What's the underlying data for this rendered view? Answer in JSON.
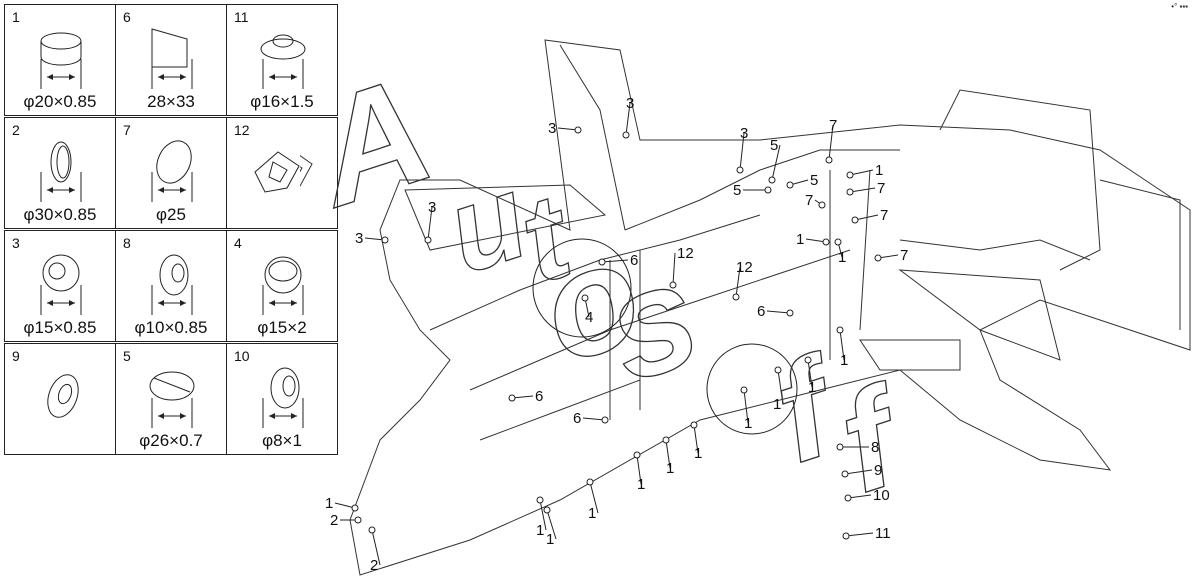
{
  "legend": [
    {
      "num": "1",
      "dim": "φ20×0.85"
    },
    {
      "num": "6",
      "dim": "28×33"
    },
    {
      "num": "11",
      "dim": "φ16×1.5"
    },
    {
      "num": "2",
      "dim": "φ30×0.85"
    },
    {
      "num": "7",
      "dim": "φ25"
    },
    {
      "num": "12",
      "dim": ""
    },
    {
      "num": "3",
      "dim": "φ15×0.85"
    },
    {
      "num": "8",
      "dim": "φ10×0.85"
    },
    {
      "num": "4",
      "dim": "φ15×2"
    },
    {
      "num": "9",
      "dim": ""
    },
    {
      "num": "5",
      "dim": "φ26×0.7"
    },
    {
      "num": "10",
      "dim": "φ8×1"
    }
  ],
  "watermark": {
    "a": "A",
    "u": "u",
    "t": "t",
    "o": "o",
    "s": "s",
    "f1": "f",
    "f2": "f"
  },
  "callouts": [
    "1",
    "2",
    "3",
    "4",
    "5",
    "6",
    "7",
    "8",
    "9",
    "10",
    "11",
    "12"
  ],
  "corner_mark": "•° ▪▪▪"
}
